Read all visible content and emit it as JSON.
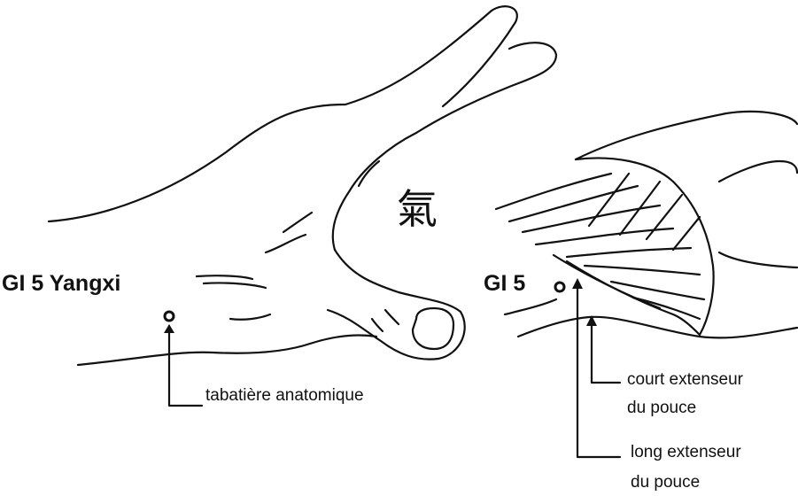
{
  "diagram": {
    "left_figure": {
      "point_label": "GI 5 Yangxi",
      "callout": "tabatière anatomique"
    },
    "right_figure": {
      "point_label": "GI 5",
      "callout_short_extensor": [
        "court extenseur",
        "du pouce"
      ],
      "callout_long_extensor": [
        "long extenseur",
        "du pouce"
      ]
    },
    "qi_glyph": "氣",
    "colors": {
      "ink": "#111111",
      "paper": "#ffffff"
    }
  }
}
